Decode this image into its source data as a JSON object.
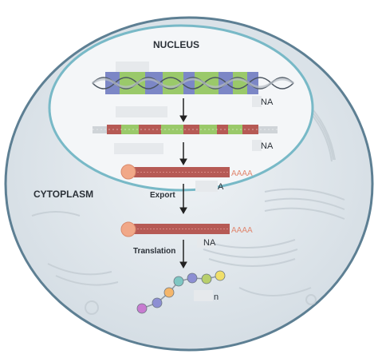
{
  "labels": {
    "nucleus": "NUCLEUS",
    "cytoplasm": "CYTOPLASM",
    "step_export": "Export",
    "step_translation": "Translation",
    "tag_dna": "NA",
    "tag_pre_mrna": "NA",
    "tag_mrna_nucleus": "A",
    "tag_mrna_cytoplasm": "NA",
    "tag_protein": "n",
    "poly_a_1": "AAAA",
    "poly_a_2": "AAAA"
  },
  "colors": {
    "cell_fill": "#dfe6ec",
    "cell_border": "#5d7f93",
    "nucleus_fill": "#f4f6f8",
    "nucleus_border": "#78b9c7",
    "exon_green": "#9ac96a",
    "exon_blue": "#7c87c6",
    "intron_red": "#b65a55",
    "cap": "#f1a888",
    "poly_a": "#e08a73"
  },
  "protein_beads": [
    "#c77bd0",
    "#8d8fd3",
    "#f4b66b",
    "#7fc7c3",
    "#b8cf6c",
    "#f0df6a"
  ],
  "icons": [
    "arrow-down-icon",
    "five-prime-cap-icon",
    "polypeptide-chain-icon",
    "redaction-block-icon"
  ]
}
